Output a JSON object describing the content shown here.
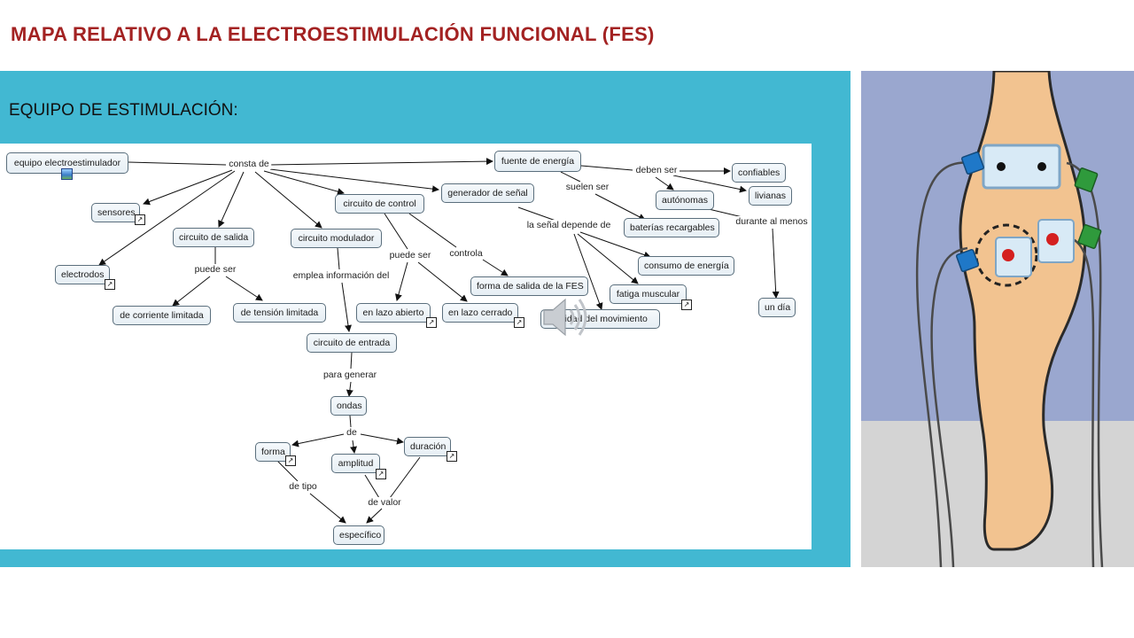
{
  "slide": {
    "title": "MAPA RELATIVO A LA ELECTROESTIMULACIÓN FUNCIONAL (FES)",
    "subtitle": "EQUIPO DE ESTIMULACIÓN:"
  },
  "concept_map": {
    "nodes": {
      "equipo": "equipo electroestimulador",
      "sensores": "sensores",
      "electrodos": "electrodos",
      "circ_salida": "circuito de salida",
      "corriente": "de corriente limitada",
      "tension": "de tensión limitada",
      "modulador": "circuito modulador",
      "entrada": "circuito de entrada",
      "control": "circuito de control",
      "abierto": "en lazo abierto",
      "cerrado": "en lazo cerrado",
      "generador": "generador de señal",
      "forma_fes": "forma de salida de la FES",
      "fuente": "fuente de energía",
      "confiables": "confiables",
      "livianas": "livianas",
      "autonomas": "autónomas",
      "baterias": "baterías recargables",
      "consumo": "consumo de energía",
      "fatiga": "fatiga muscular",
      "calidad": "calidad del movimiento",
      "undia": "un día",
      "ondas": "ondas",
      "forma": "forma",
      "amplitud": "amplitud",
      "duracion": "duración",
      "especifico": "específico"
    },
    "links": {
      "consta": "consta de",
      "puede_ser_1": "puede ser",
      "emplea": "emplea información del",
      "puede_ser_2": "puede ser",
      "controla": "controla",
      "suelen": "suelen ser",
      "deben": "deben ser",
      "durante": "durante al menos",
      "senal": "la señal depende de",
      "para": "para generar",
      "de": "de",
      "tipo": "de tipo",
      "valor": "de valor"
    }
  },
  "icons": {
    "external_link": "↗",
    "image_attachment": "image-icon",
    "audio": "speaker-icon"
  },
  "colors": {
    "title": "#a32222",
    "band": "#42b8d2",
    "node_border": "#5b6f7d"
  }
}
